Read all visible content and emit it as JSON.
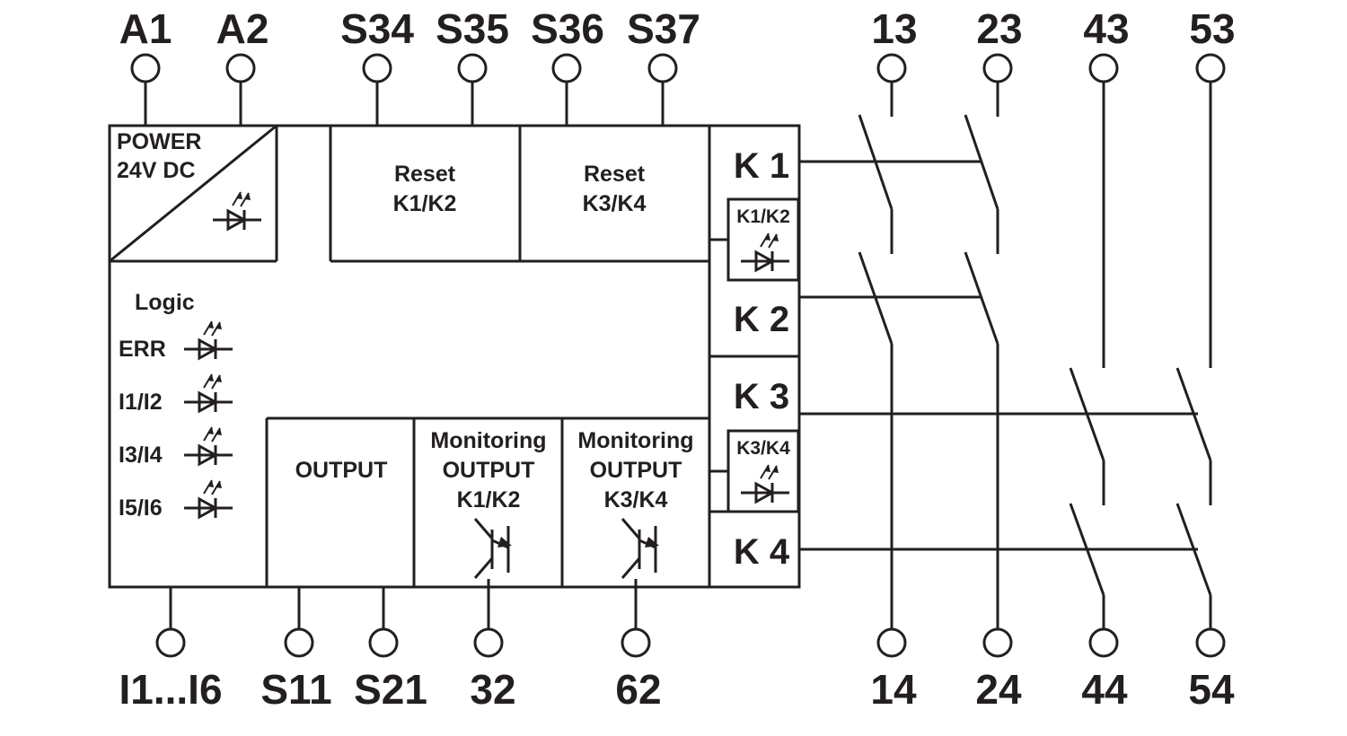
{
  "colors": {
    "ink": "#231f20",
    "background": "#ffffff"
  },
  "terminals": {
    "top": [
      "A1",
      "A2",
      "S34",
      "S35",
      "S36",
      "S37",
      "13",
      "23",
      "43",
      "53"
    ],
    "bottom": [
      "I1...I6",
      "S11",
      "S21",
      "32",
      "62",
      "14",
      "24",
      "44",
      "54"
    ]
  },
  "blocks": {
    "power": {
      "line1": "POWER",
      "line2": "24V DC"
    },
    "reset1": {
      "line1": "Reset",
      "line2": "K1/K2"
    },
    "reset2": {
      "line1": "Reset",
      "line2": "K3/K4"
    },
    "logic": {
      "title": "Logic",
      "leds": [
        "ERR",
        "I1/I2",
        "I3/I4",
        "I5/I6"
      ]
    },
    "output": {
      "label": "OUTPUT"
    },
    "mon1": {
      "line1": "Monitoring",
      "line2": "OUTPUT",
      "line3": "K1/K2"
    },
    "mon2": {
      "line1": "Monitoring",
      "line2": "OUTPUT",
      "line3": "K3/K4"
    }
  },
  "relays": {
    "coils": [
      "K 1",
      "K 2",
      "K 3",
      "K 4"
    ],
    "led_k12": "K1/K2",
    "led_k34": "K3/K4"
  },
  "icons": {
    "led": "led-icon",
    "transistor": "transistor-icon",
    "terminal": "terminal-icon",
    "contact": "contact-icon"
  }
}
